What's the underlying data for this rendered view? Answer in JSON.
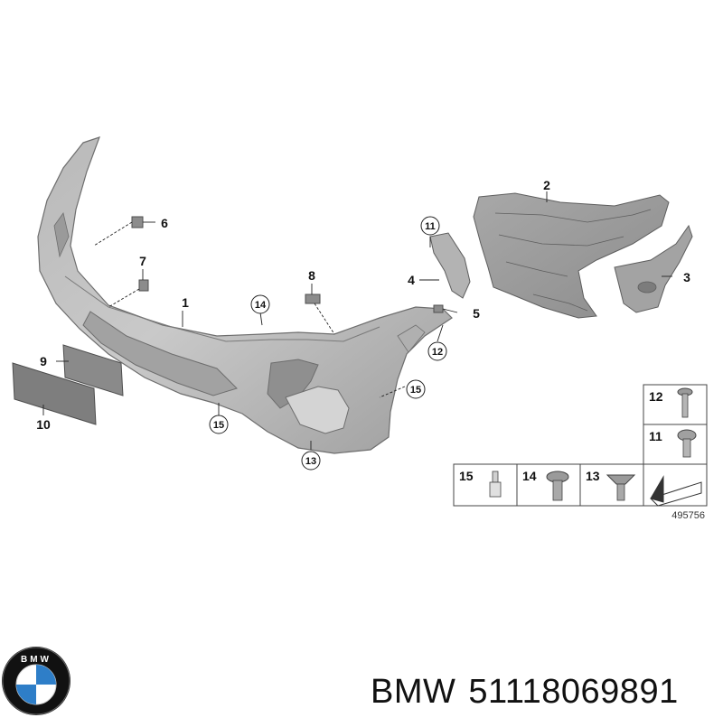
{
  "diagram": {
    "drawing_number": "495756",
    "callouts": {
      "c1": "1",
      "c2": "2",
      "c3": "3",
      "c4": "4",
      "c5": "5",
      "c6": "6",
      "c7": "7",
      "c8": "8",
      "c9": "9",
      "c10": "10",
      "c11": "11",
      "c12": "12",
      "c13": "13",
      "c14": "14",
      "c15a": "15",
      "c15b": "15"
    },
    "fastener_table": {
      "r12": "12",
      "r11": "11",
      "r15": "15",
      "r14": "14",
      "r13": "13"
    }
  },
  "brand": {
    "logo": "BMW",
    "logo_ring_color": "#111111",
    "logo_blue": "#2e7ec8"
  },
  "caption": {
    "brand": "BMW",
    "part_number": "51118069891"
  }
}
